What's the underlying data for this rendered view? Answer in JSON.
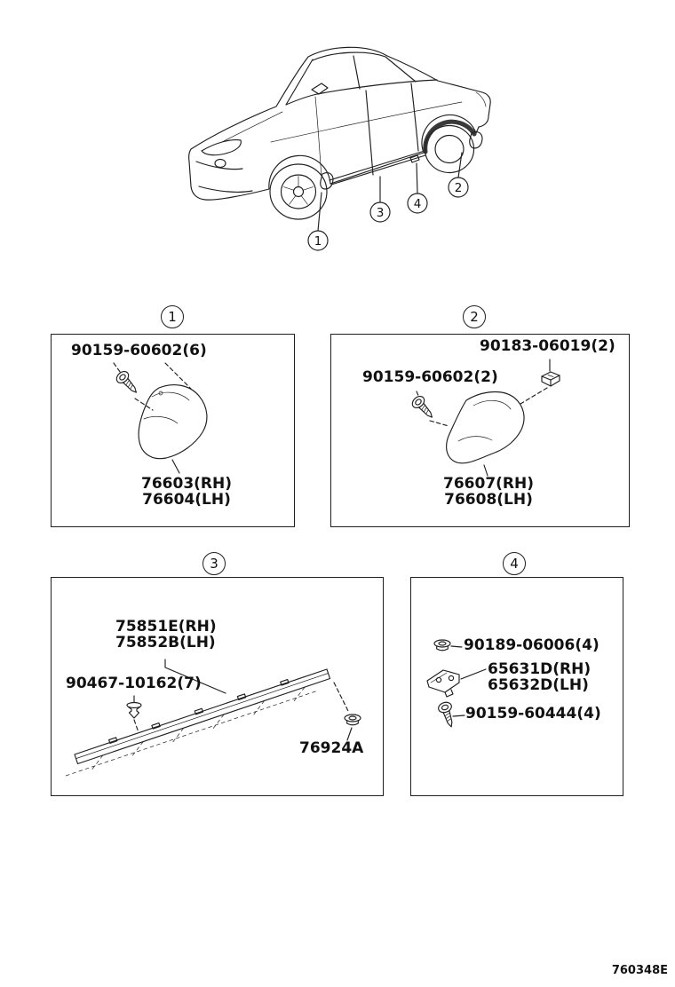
{
  "colors": {
    "background": "#ffffff",
    "line": "#1f1f1f",
    "text": "#111111"
  },
  "doc_number": "760348E",
  "section1": {
    "callout": "1",
    "screw": "90159-60602(6)",
    "rh": "76603(RH)",
    "lh": "76604(LH)"
  },
  "section2": {
    "callout": "2",
    "clip": "90183-06019(2)",
    "screw": "90159-60602(2)",
    "rh": "76607(RH)",
    "lh": "76608(LH)"
  },
  "section3": {
    "callout": "3",
    "rh": "75851E(RH)",
    "lh": "75852B(LH)",
    "clip": "90467-10162(7)",
    "grommet": "76924A"
  },
  "section4": {
    "callout": "4",
    "grommet": "90189-06006(4)",
    "rh": "65631D(RH)",
    "lh": "65632D(LH)",
    "screw": "90159-60444(4)"
  }
}
